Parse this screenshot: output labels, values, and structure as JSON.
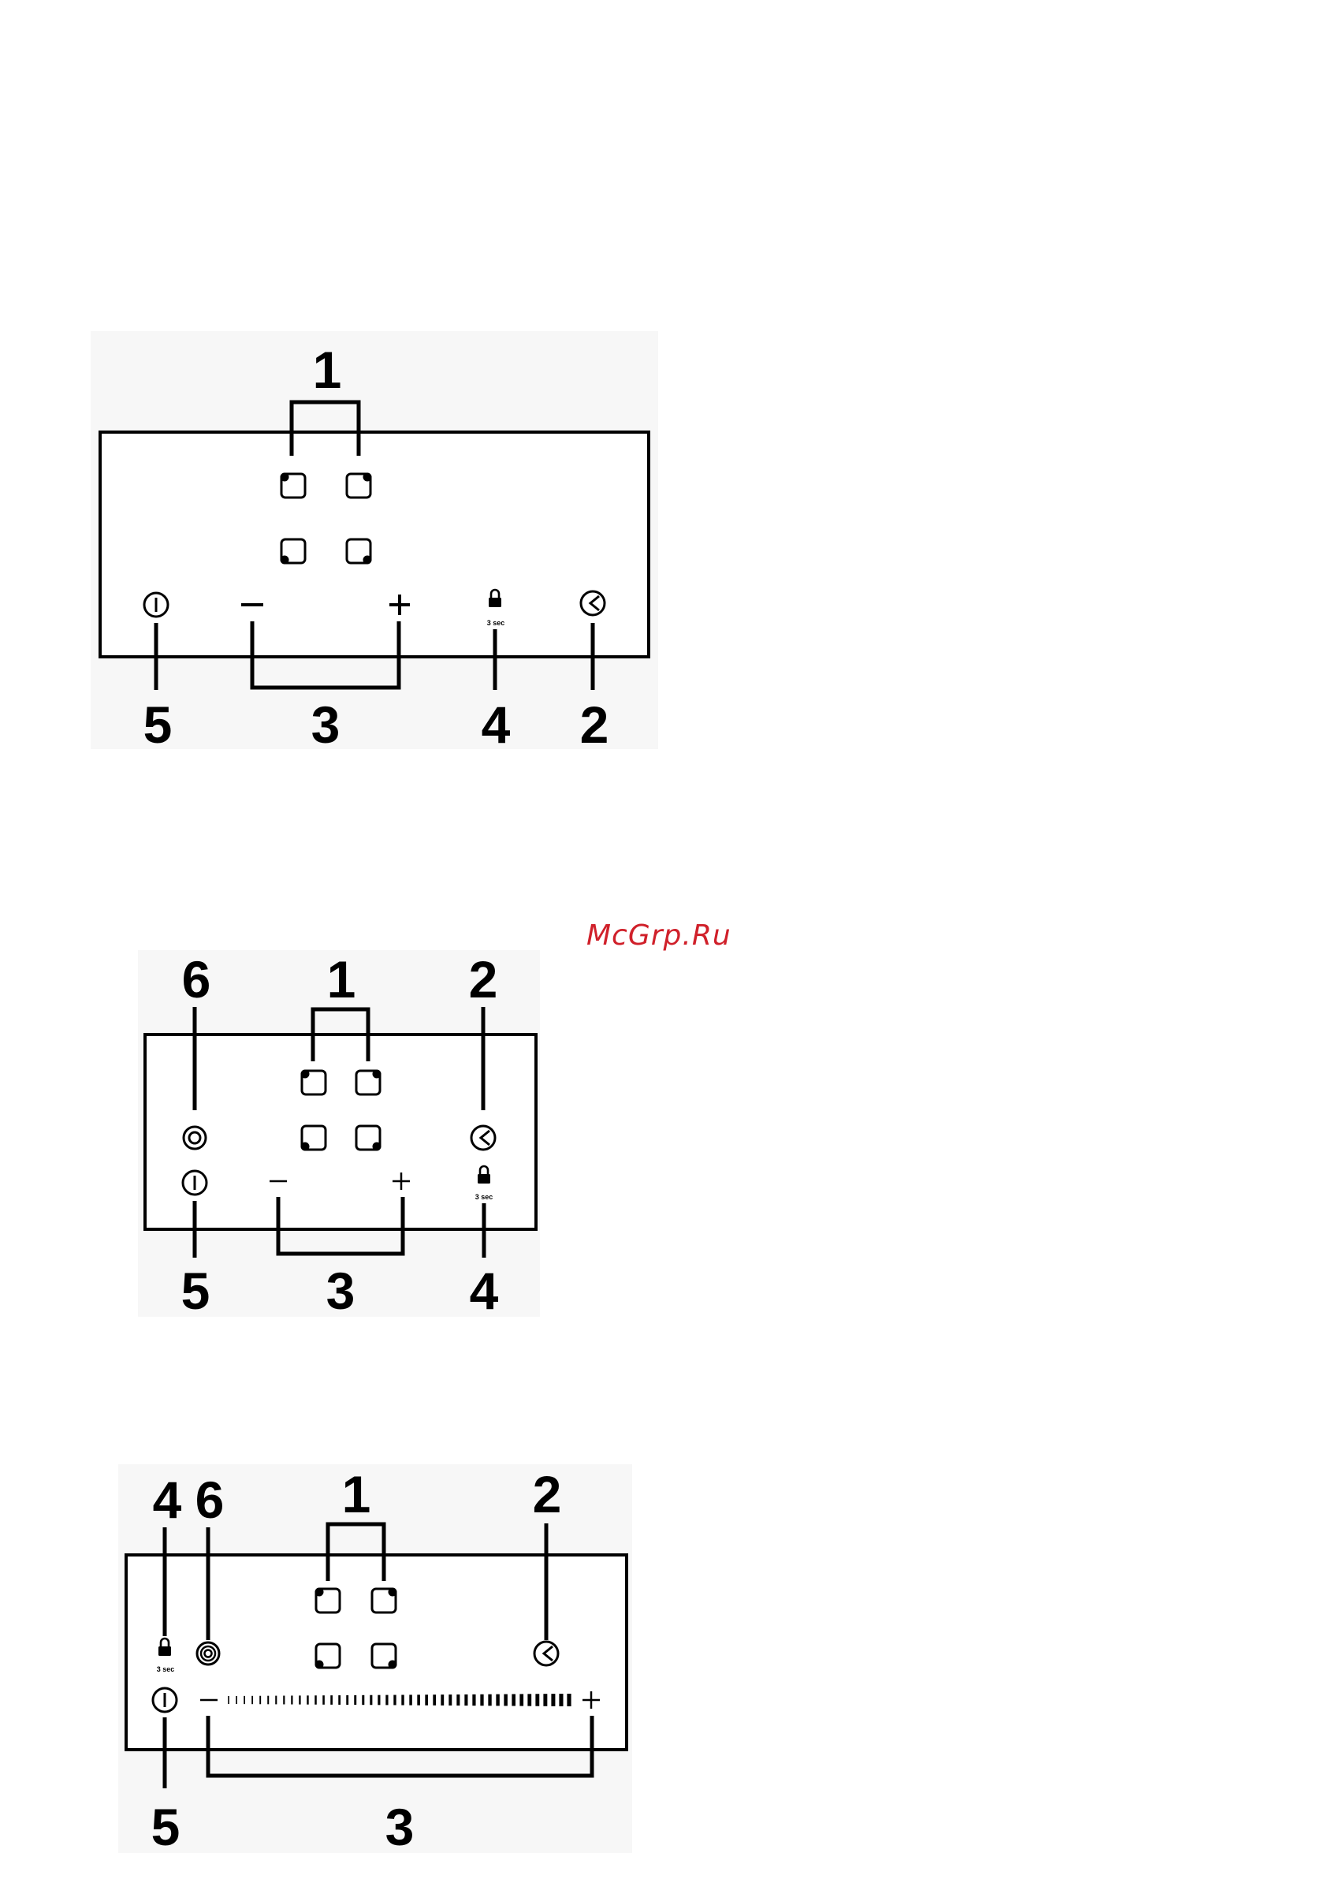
{
  "watermark": "McGrp.Ru",
  "colors": {
    "ink": "#000000",
    "watermark": "#d0202a",
    "panel_bg": "#f7f7f7"
  },
  "diagrams": [
    {
      "id": "panel-1",
      "callouts": {
        "zones": "1",
        "timer": "2",
        "power_level": "3",
        "lock": "4",
        "on_off": "5"
      },
      "lock_caption": "3 sec",
      "minus": "−",
      "plus": "+"
    },
    {
      "id": "panel-2",
      "callouts": {
        "zones": "1",
        "timer": "2",
        "power_level": "3",
        "lock": "4",
        "on_off": "5",
        "boost": "6"
      },
      "lock_caption": "3 sec",
      "minus": "−",
      "plus": "+"
    },
    {
      "id": "panel-3",
      "callouts": {
        "zones": "1",
        "timer": "2",
        "power_level": "3",
        "lock": "4",
        "on_off": "5",
        "boost": "6"
      },
      "lock_caption": "3 sec",
      "minus": "−",
      "plus": "+"
    }
  ]
}
